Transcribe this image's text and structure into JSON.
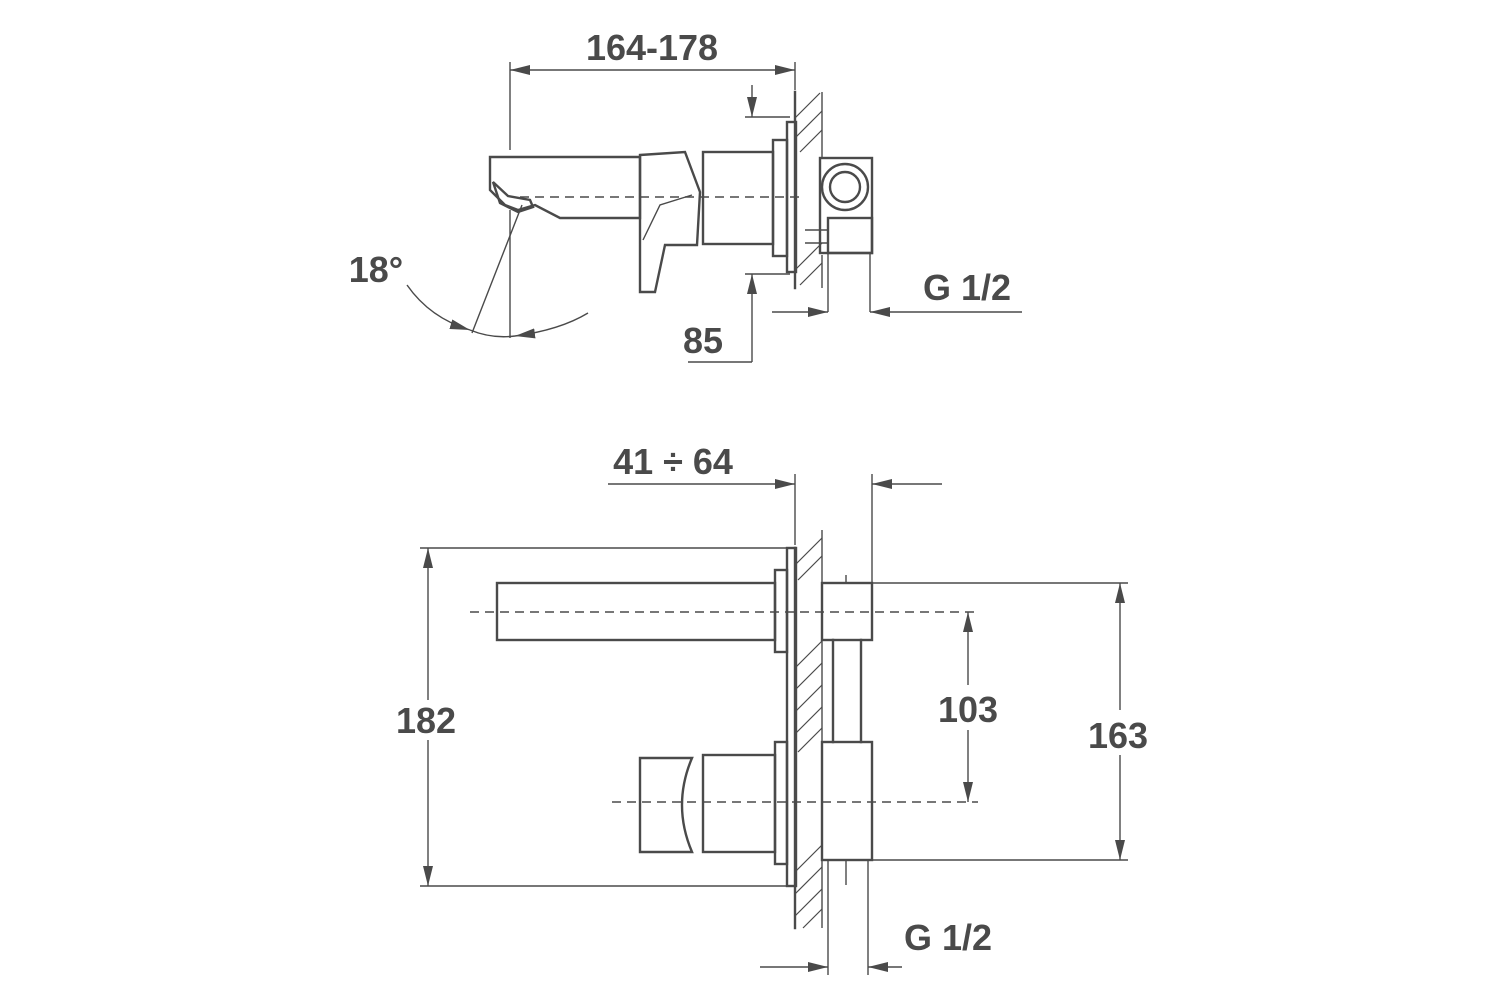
{
  "top_view": {
    "dim_length": "164-178",
    "dim_angle": "18°",
    "dim_depth": "85",
    "dim_thread": "G 1/2"
  },
  "front_view": {
    "dim_wall": "41 ÷ 64",
    "dim_height": "182",
    "dim_centers": "103",
    "dim_overall": "163",
    "dim_thread": "G 1/2"
  },
  "colors": {
    "line": "#4a4a4a",
    "background": "#ffffff"
  }
}
